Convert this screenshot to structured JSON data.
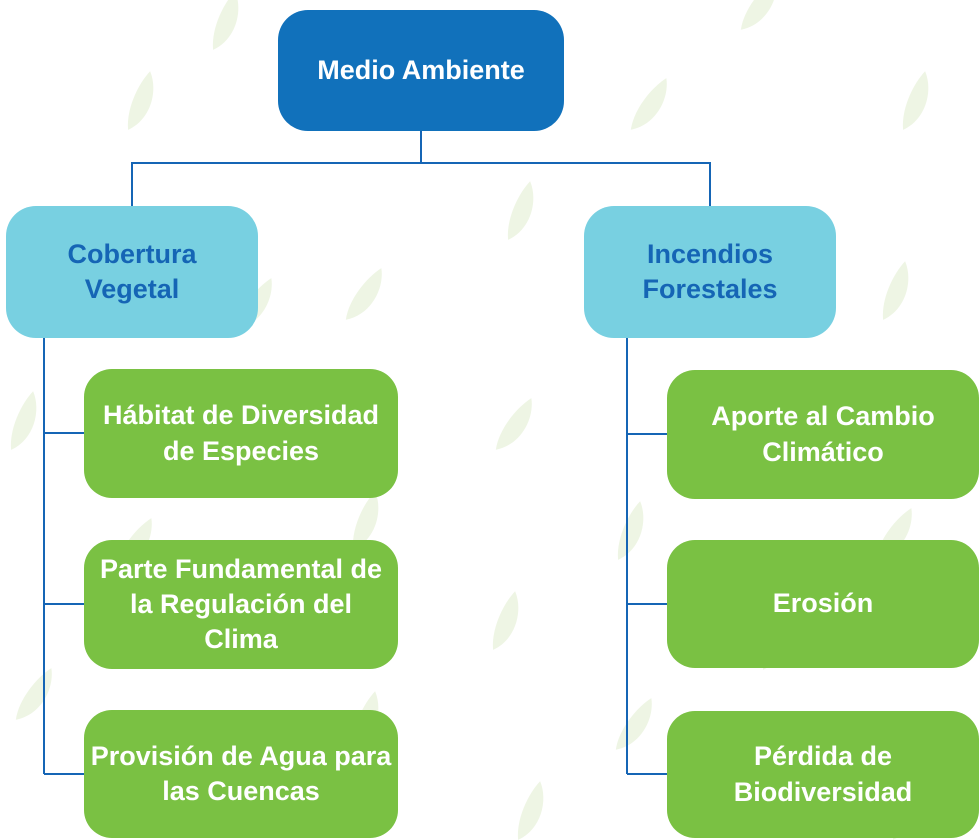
{
  "colors": {
    "root_bg": "#1171bb",
    "category_bg": "#78d0e1",
    "category_text": "#1565b5",
    "leaf_bg": "#7ac143",
    "connector": "#1565b5",
    "leaf_watermark": "#eef5e4"
  },
  "root": {
    "label": "Medio Ambiente"
  },
  "branches": [
    {
      "label": "Cobertura\nVegetal",
      "children": [
        "Hábitat de Diversidad de Especies",
        "Parte Fundamental de la Regulación del Clima",
        "Provisión de Agua para las Cuencas"
      ]
    },
    {
      "label": "Incendios\nForestales",
      "children": [
        "Aporte al Cambio Climático",
        "Erosión",
        "Pérdida de Biodiversidad"
      ]
    }
  ]
}
